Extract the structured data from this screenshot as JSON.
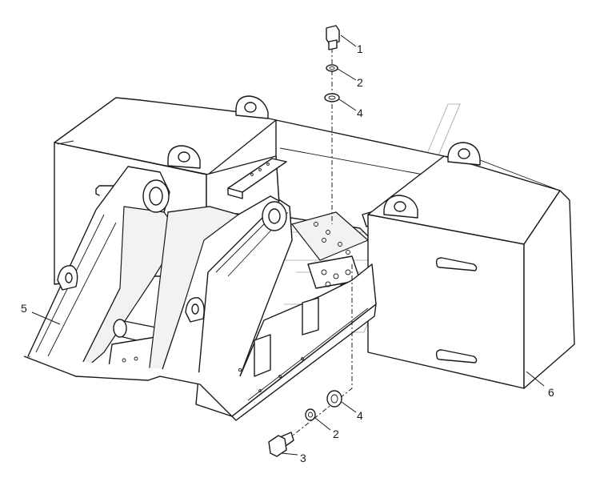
{
  "diagram": {
    "callouts": [
      {
        "id": "c1-top",
        "label": "1"
      },
      {
        "id": "c2-top",
        "label": "2"
      },
      {
        "id": "c4-top",
        "label": "4"
      },
      {
        "id": "c5",
        "label": "5"
      },
      {
        "id": "c6",
        "label": "6"
      },
      {
        "id": "c4-bottom",
        "label": "4"
      },
      {
        "id": "c2-bottom",
        "label": "2"
      },
      {
        "id": "c3",
        "label": "3"
      }
    ]
  }
}
